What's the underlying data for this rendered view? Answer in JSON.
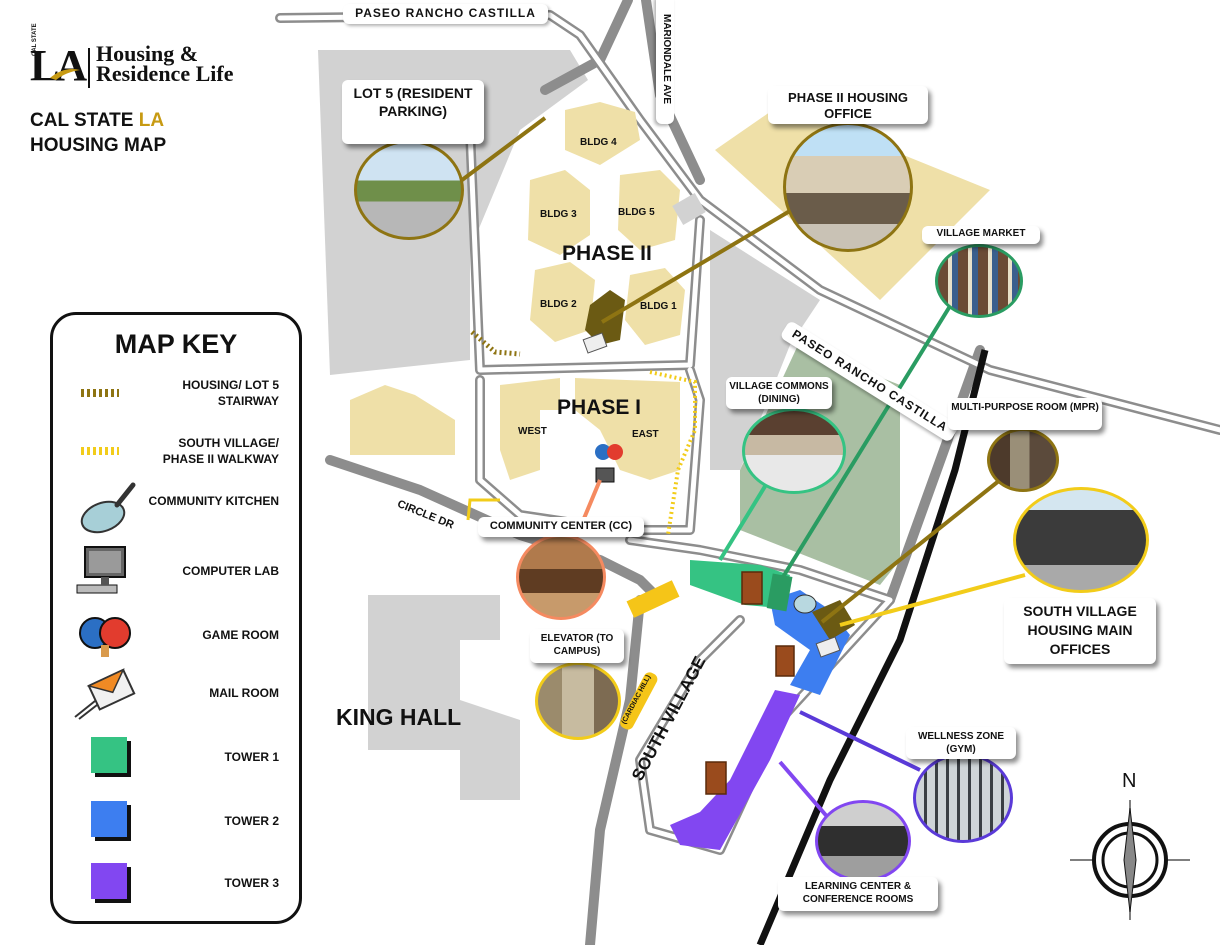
{
  "brand": {
    "logo_text": "LA",
    "logo_subtext": "CAL STATE",
    "name_line1": "Housing &",
    "name_line2": "Residence Life",
    "title_line1_a": "CAL STATE ",
    "title_line1_b": "LA",
    "title_line2": "HOUSING MAP",
    "accent_color": "#c79a12"
  },
  "streets": {
    "paseo_top": "PASEO RANCHO CASTILLA",
    "mariondale": "MARIONDALE AVE",
    "paseo_right": "PASEO RANCHO CASTILLA",
    "circle_dr": "CIRCLE DR",
    "south_village": "SOUTH VILLAGE",
    "cardiac_hill": "(CARDIAC HILL)"
  },
  "areas": {
    "phase2": "PHASE II",
    "phase1": "PHASE I",
    "king_hall": "KING HALL",
    "west": "WEST",
    "east": "EAST",
    "bldg1": "BLDG 1",
    "bldg2": "BLDG 2",
    "bldg3": "BLDG 3",
    "bldg4": "BLDG 4",
    "bldg5": "BLDG 5"
  },
  "callouts": {
    "lot5": "LOT 5 (RESIDENT PARKING)",
    "phase2_office": "PHASE II HOUSING OFFICE",
    "village_market": "VILLAGE MARKET",
    "village_commons": "VILLAGE COMMONS (DINING)",
    "mpr": "MULTI-PURPOSE ROOM (MPR)",
    "community_center": "COMMUNITY CENTER (CC)",
    "elevator": "ELEVATOR (TO CAMPUS)",
    "south_village_offices": "SOUTH VILLAGE HOUSING MAIN OFFICES",
    "wellness": "WELLNESS ZONE (GYM)",
    "learning_center": "LEARNING CENTER & CONFERENCE ROOMS"
  },
  "map_key": {
    "title": "MAP KEY",
    "items": [
      {
        "label": "HOUSING/ LOT 5 STAIRWAY",
        "icon": "stairway-dashed-olive"
      },
      {
        "label": "SOUTH VILLAGE/ PHASE II WALKWAY",
        "icon": "walkway-dashed-yellow"
      },
      {
        "label": "COMMUNITY KITCHEN",
        "icon": "frying-pan-icon"
      },
      {
        "label": "COMPUTER LAB",
        "icon": "computer-icon"
      },
      {
        "label": "GAME ROOM",
        "icon": "ping-pong-icon"
      },
      {
        "label": "MAIL ROOM",
        "icon": "mail-icon"
      },
      {
        "label": "TOWER 1",
        "icon": "tower-swatch"
      },
      {
        "label": "TOWER 2",
        "icon": "tower-swatch"
      },
      {
        "label": "TOWER 3",
        "icon": "tower-swatch"
      }
    ]
  },
  "compass": {
    "north": "N"
  },
  "colors": {
    "tower1": "#35c383",
    "tower2": "#3d7ef0",
    "tower3": "#8247f1",
    "building": "#efe0a8",
    "parking": "#d2d2d2",
    "green_area": "#a9bfa3",
    "road": "#8d8d8d",
    "stairway": "#8e7412",
    "walkway": "#f2cc1a",
    "elevator": "#f5c518"
  }
}
